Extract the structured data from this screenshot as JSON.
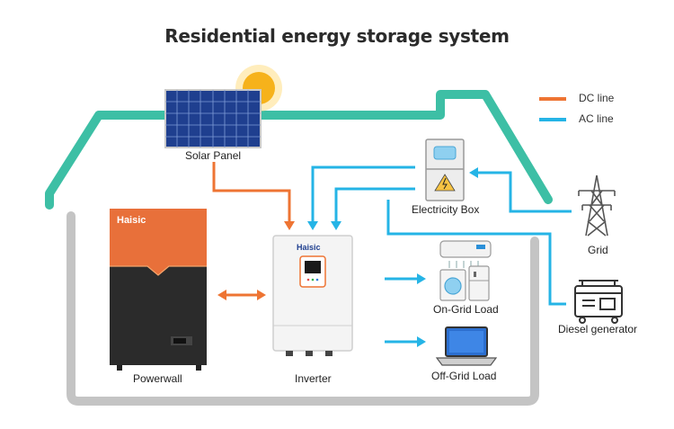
{
  "title": "Residential energy storage system",
  "legend": {
    "dc": {
      "label": "DC line",
      "color": "#ee7433"
    },
    "ac": {
      "label": "AC line",
      "color": "#25b4e6"
    }
  },
  "house_outline_color": "#3dbfa5",
  "components": {
    "solar_panel": "Solar Panel",
    "electricity_box": "Electricity Box",
    "grid": "Grid",
    "powerwall": "Powerwall",
    "inverter": "Inverter",
    "on_grid_load": "On-Grid Load",
    "off_grid_load": "Off-Grid Load",
    "diesel_generator": "Diesel generator"
  },
  "brand": "Haisic"
}
